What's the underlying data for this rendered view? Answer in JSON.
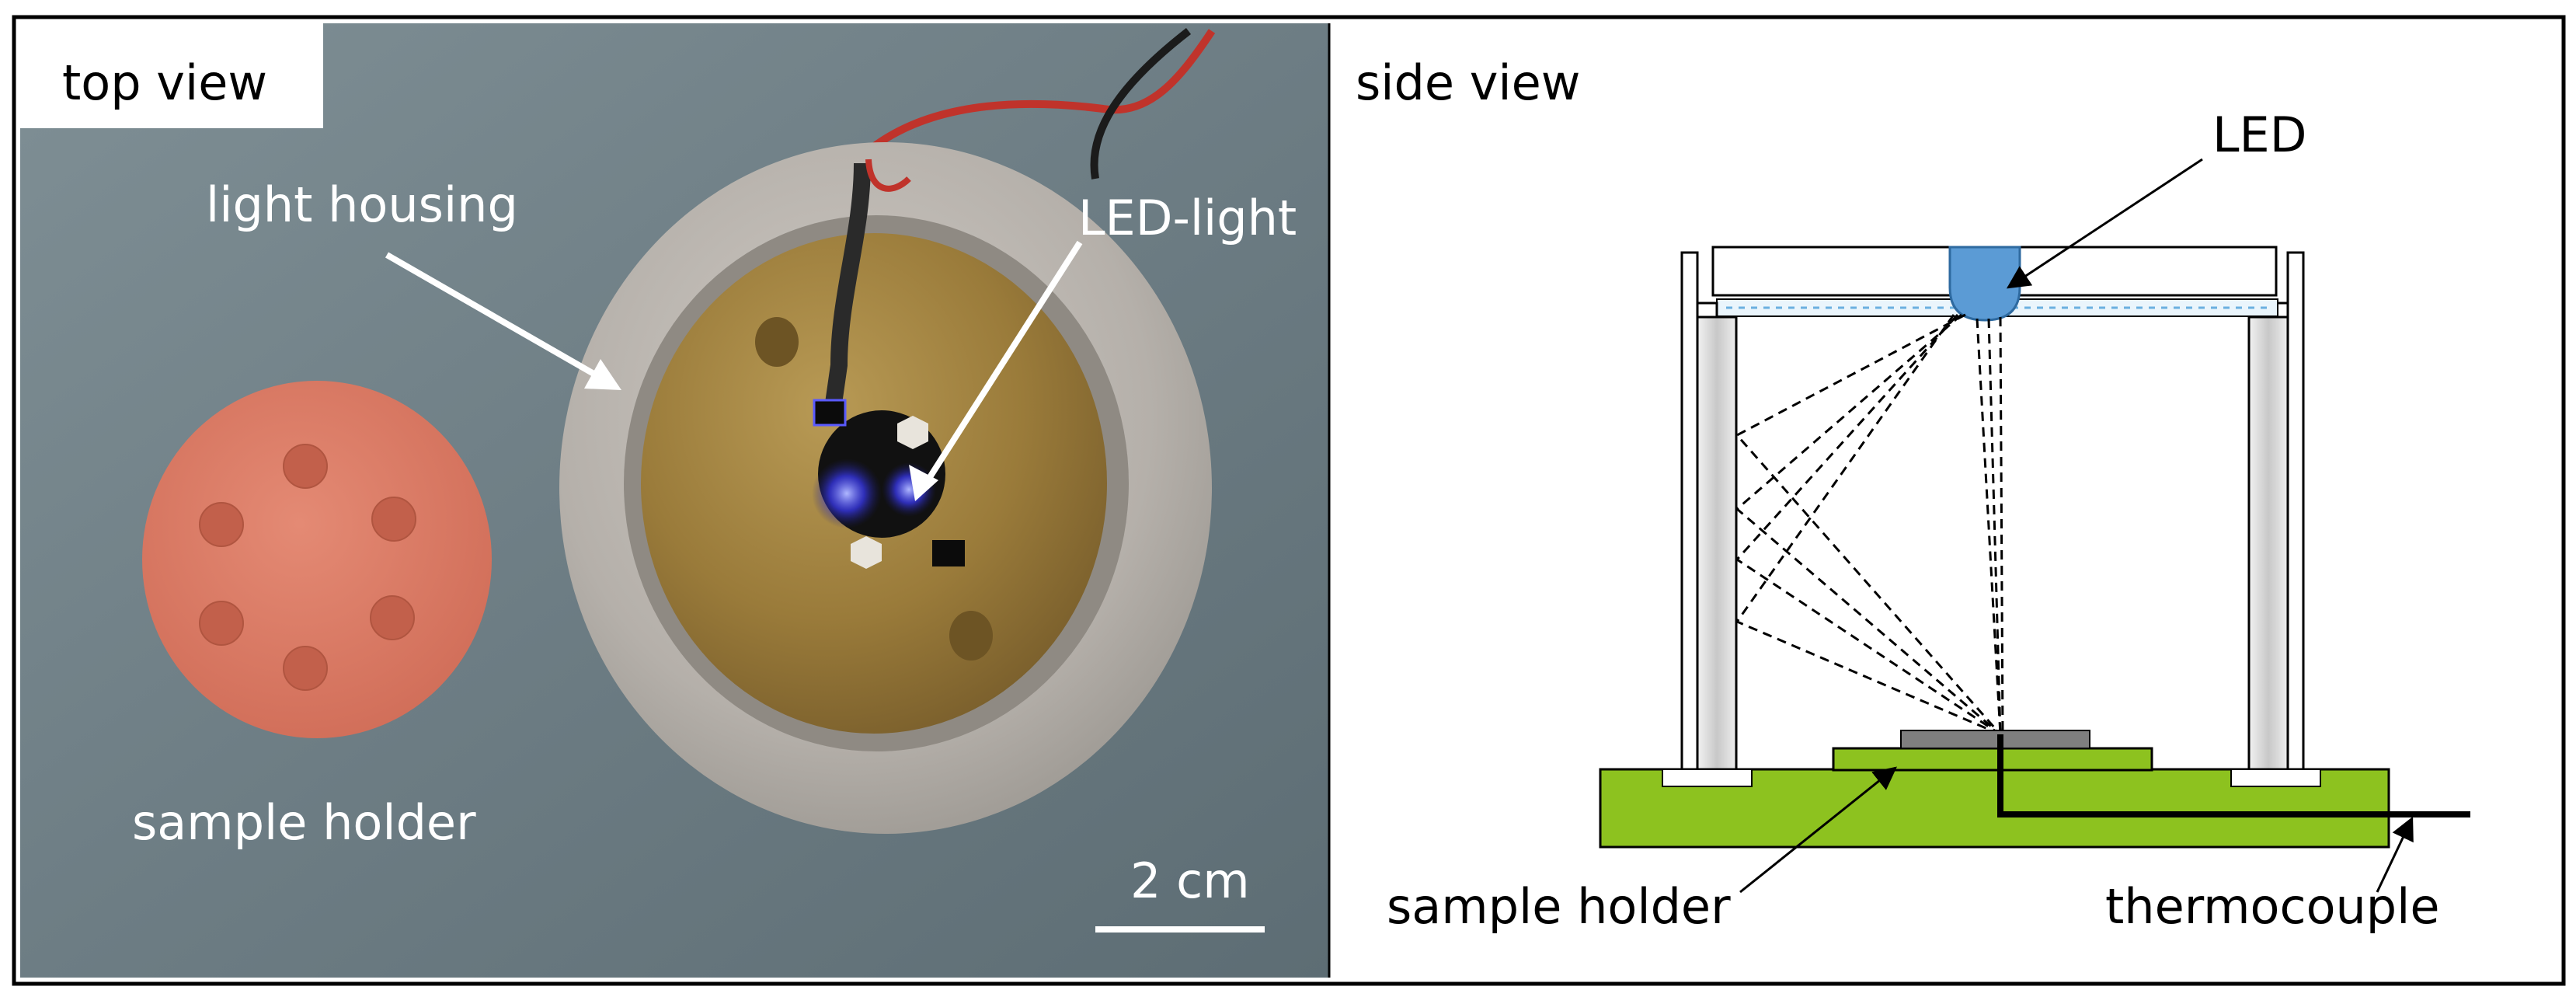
{
  "top_view": {
    "panel_title": "top view",
    "labels": {
      "light_housing": "light housing",
      "led_light": "LED-light",
      "sample_holder": "sample holder",
      "scale_bar": "2 cm"
    }
  },
  "side_view": {
    "panel_title": "side view",
    "labels": {
      "led": "LED",
      "sample_holder": "sample holder",
      "thermocouple": "thermocouple"
    }
  },
  "colors": {
    "background_gray": "#6f7f86",
    "housing_silver": "#b8b3ad",
    "brass_plate": "#9e7f3e",
    "sample_disc": "#d97762",
    "led_blue": "#5b9bd5",
    "base_green": "#8dc21f",
    "pillar_gray": "#d9d9d9"
  }
}
